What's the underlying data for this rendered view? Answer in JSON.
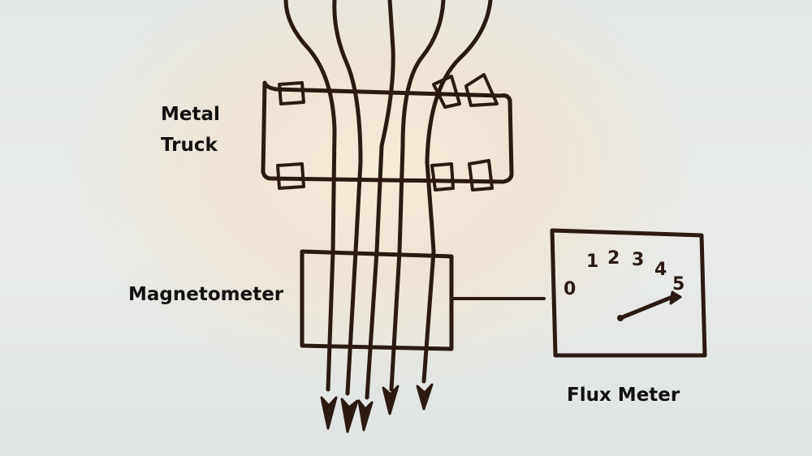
{
  "labels": {
    "metal_truck_line1": "Metal",
    "metal_truck_line2": "Truck",
    "magnetometer": "Magnetometer",
    "flux_meter": "Flux Meter"
  },
  "dial_scale": [
    "0",
    "1",
    "2",
    "3",
    "4",
    "5"
  ],
  "colors": {
    "ink": "#2a1a12",
    "paper": "#e9ecea",
    "text": "#111111"
  }
}
